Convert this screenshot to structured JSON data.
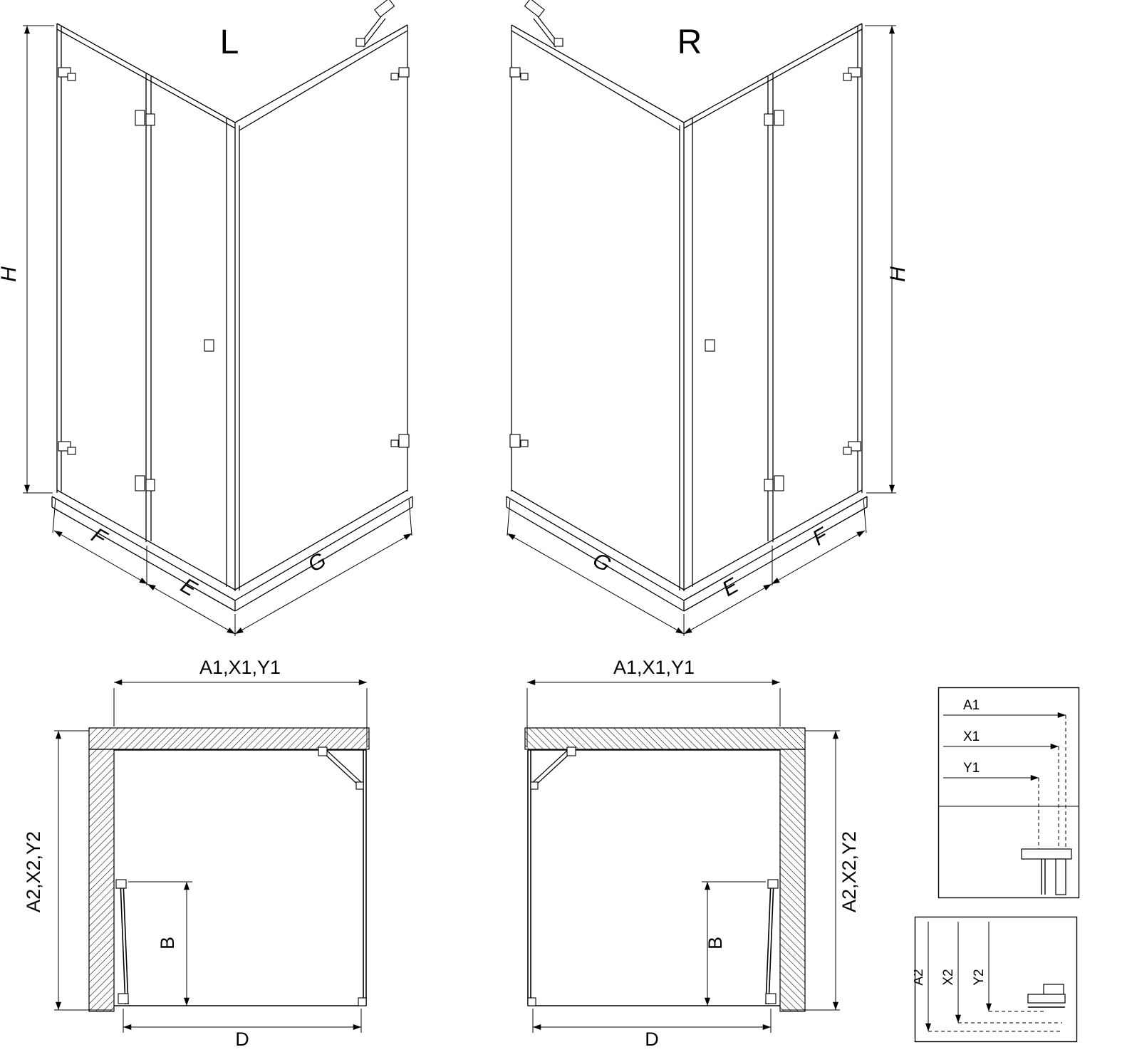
{
  "drawing": {
    "background": "#ffffff",
    "line_color": "#000000",
    "perspective_left": {
      "variant_label": "L",
      "height_dim": "H",
      "fixed_panel_dim": "F",
      "door_dim": "E",
      "side_panel_dim": "G"
    },
    "perspective_right": {
      "variant_label": "R",
      "height_dim": "H",
      "fixed_panel_dim": "F",
      "door_dim": "E",
      "side_panel_dim": "G"
    },
    "plan_left": {
      "width_dim": "A1,X1,Y1",
      "depth_dim": "A2,X2,Y2",
      "door_width_dim": "B",
      "entry_width_dim": "D"
    },
    "plan_right": {
      "width_dim": "A1,X1,Y1",
      "depth_dim": "A2,X2,Y2",
      "door_width_dim": "B",
      "entry_width_dim": "D"
    },
    "detail_width_refs": {
      "labels": [
        "A1",
        "X1",
        "Y1"
      ]
    },
    "detail_depth_refs": {
      "labels": [
        "A2",
        "X2",
        "Y2"
      ]
    }
  }
}
